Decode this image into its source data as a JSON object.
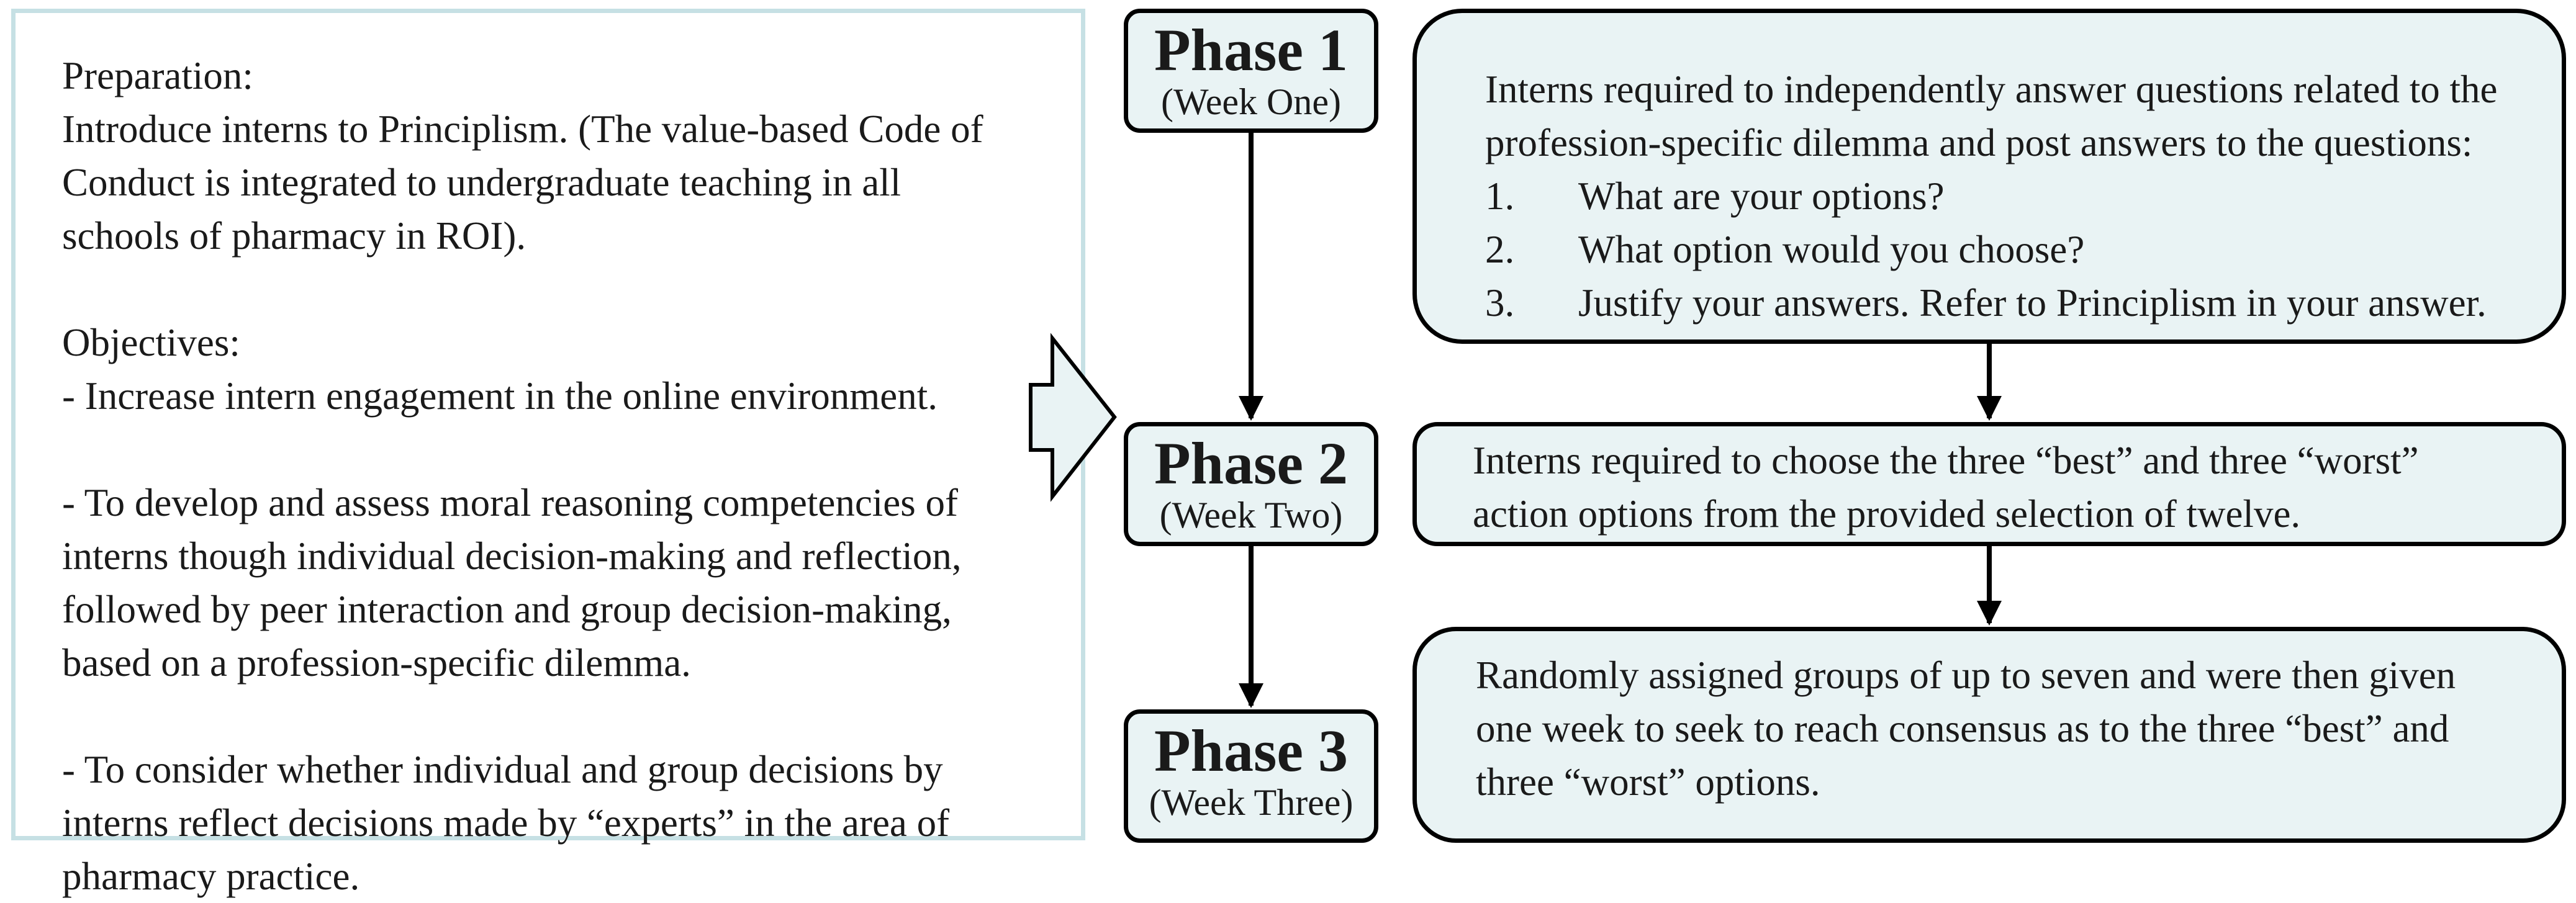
{
  "preparation": {
    "heading": "Preparation:",
    "lines": [
      "Introduce interns to Principlism. (The value-based Code of",
      "Conduct is integrated to undergraduate teaching in all",
      "schools of pharmacy in ROI)."
    ]
  },
  "objectives": {
    "heading": "Objectives:",
    "items": [
      {
        "lines": [
          "- Increase intern engagement in the online environment."
        ]
      },
      {
        "lines": [
          "- To develop and assess moral reasoning competencies of",
          "interns though individual decision-making and reflection,",
          "followed by peer interaction and group decision-making,",
          "based on a profession-specific dilemma."
        ]
      },
      {
        "lines": [
          "- To consider whether individual and group decisions by",
          "interns reflect decisions made by “experts” in the area of",
          "pharmacy practice."
        ]
      }
    ]
  },
  "phases": [
    {
      "title": "Phase 1",
      "week": "(Week One)"
    },
    {
      "title": "Phase 2",
      "week": "(Week Two)"
    },
    {
      "title": "Phase 3",
      "week": "(Week Three)"
    }
  ],
  "phase_details": [
    {
      "lines": [
        "Interns required to independently answer questions related to the",
        "profession-specific dilemma and post answers to the questions:"
      ],
      "questions": [
        {
          "num": "1.",
          "text": "What are your options?"
        },
        {
          "num": "2.",
          "text": "What option would you choose?"
        },
        {
          "num": "3.",
          "text": "Justify your answers. Refer to Principlism in your answer."
        }
      ]
    },
    {
      "lines": [
        "Interns required to choose the three “best” and three “worst”",
        "action options from the provided selection of twelve."
      ]
    },
    {
      "lines": [
        "Randomly assigned groups of up to seven and were then given",
        "one week to seek to reach consensus as to the three “best” and",
        "three “worst” options."
      ]
    }
  ],
  "colors": {
    "box_fill": "#e9f3f4",
    "panel_border": "#c6e0e4",
    "outline": "#000000"
  }
}
